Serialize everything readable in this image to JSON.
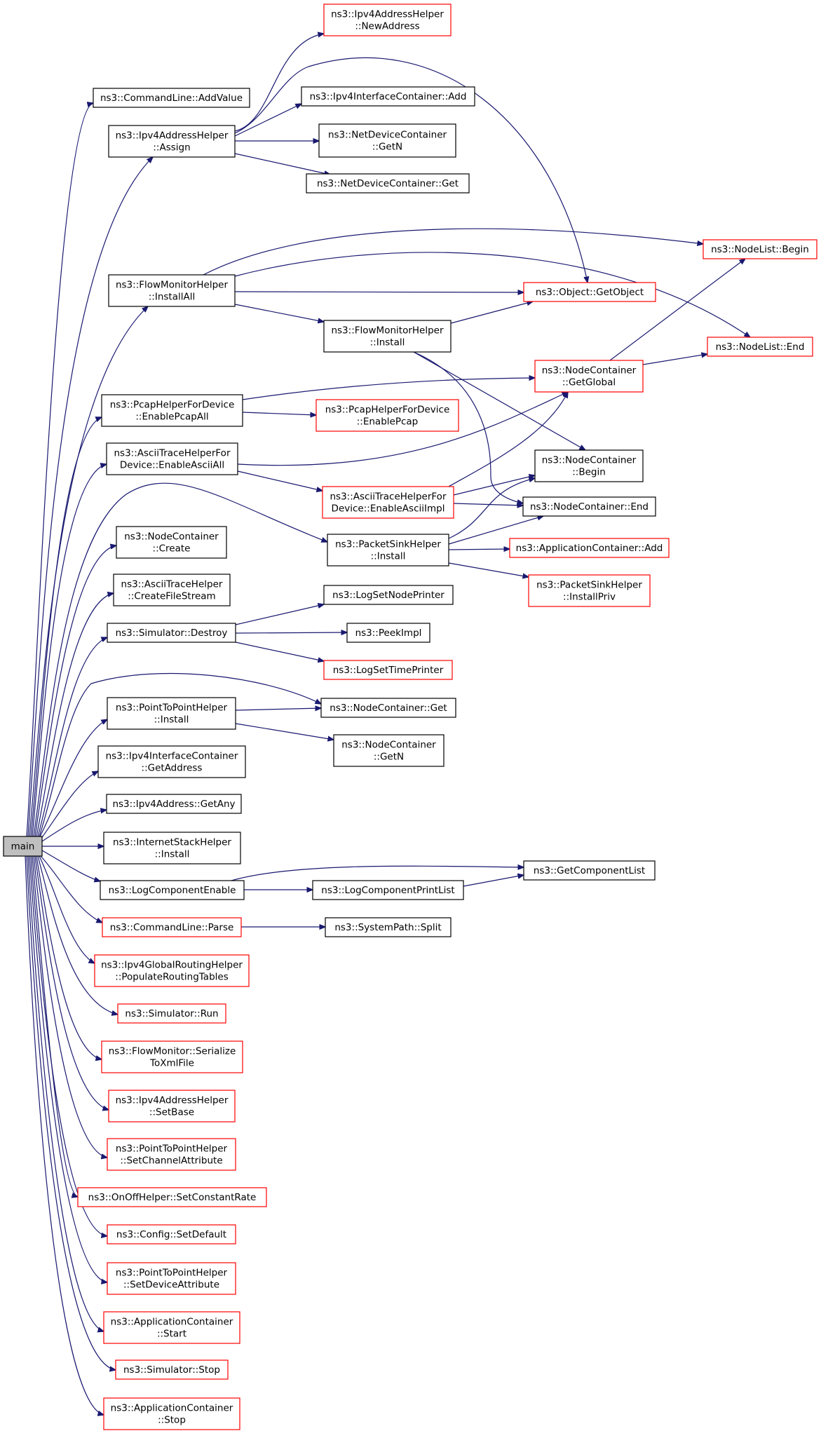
{
  "colors": {
    "edge": "#191970",
    "root_fill": "#bfbfbf",
    "border_documented": "#000000",
    "border_undocumented": "#ff0000"
  },
  "nodes": [
    {
      "id": "main",
      "lines": [
        "main"
      ],
      "style": "root"
    },
    {
      "id": "addvalue",
      "lines": [
        "ns3::CommandLine::AddValue"
      ],
      "style": "black"
    },
    {
      "id": "assign",
      "lines": [
        "ns3::Ipv4AddressHelper",
        "::Assign"
      ],
      "style": "black"
    },
    {
      "id": "newaddress",
      "lines": [
        "ns3::Ipv4AddressHelper",
        "::NewAddress"
      ],
      "style": "red"
    },
    {
      "id": "ifc_add",
      "lines": [
        "ns3::Ipv4InterfaceContainer::Add"
      ],
      "style": "black"
    },
    {
      "id": "ndc_getn",
      "lines": [
        "ns3::NetDeviceContainer",
        "::GetN"
      ],
      "style": "black"
    },
    {
      "id": "ndc_get",
      "lines": [
        "ns3::NetDeviceContainer::Get"
      ],
      "style": "black"
    },
    {
      "id": "fmh_installall",
      "lines": [
        "ns3::FlowMonitorHelper",
        "::InstallAll"
      ],
      "style": "black"
    },
    {
      "id": "nodelist_begin",
      "lines": [
        "ns3::NodeList::Begin"
      ],
      "style": "red"
    },
    {
      "id": "getobject",
      "lines": [
        "ns3::Object::GetObject"
      ],
      "style": "red"
    },
    {
      "id": "fmh_install",
      "lines": [
        "ns3::FlowMonitorHelper",
        "::Install"
      ],
      "style": "black"
    },
    {
      "id": "nodelist_end",
      "lines": [
        "ns3::NodeList::End"
      ],
      "style": "red"
    },
    {
      "id": "nc_getglobal",
      "lines": [
        "ns3::NodeContainer",
        "::GetGlobal"
      ],
      "style": "red"
    },
    {
      "id": "enablepcapall",
      "lines": [
        "ns3::PcapHelperForDevice",
        "::EnablePcapAll"
      ],
      "style": "black"
    },
    {
      "id": "enablepcap",
      "lines": [
        "ns3::PcapHelperForDevice",
        "::EnablePcap"
      ],
      "style": "red"
    },
    {
      "id": "enableasciiall",
      "lines": [
        "ns3::AsciiTraceHelperFor",
        "Device::EnableAsciiAll"
      ],
      "style": "black"
    },
    {
      "id": "nc_begin",
      "lines": [
        "ns3::NodeContainer",
        "::Begin"
      ],
      "style": "black"
    },
    {
      "id": "enableasciiimpl",
      "lines": [
        "ns3::AsciiTraceHelperFor",
        "Device::EnableAsciiImpl"
      ],
      "style": "red"
    },
    {
      "id": "nc_end",
      "lines": [
        "ns3::NodeContainer::End"
      ],
      "style": "black"
    },
    {
      "id": "psh_install",
      "lines": [
        "ns3::PacketSinkHelper",
        "::Install"
      ],
      "style": "black"
    },
    {
      "id": "ac_add",
      "lines": [
        "ns3::ApplicationContainer::Add"
      ],
      "style": "red"
    },
    {
      "id": "nc_create",
      "lines": [
        "ns3::NodeContainer",
        "::Create"
      ],
      "style": "black"
    },
    {
      "id": "psh_installpriv",
      "lines": [
        "ns3::PacketSinkHelper",
        "::InstallPriv"
      ],
      "style": "red"
    },
    {
      "id": "createfilestream",
      "lines": [
        "ns3::AsciiTraceHelper",
        "::CreateFileStream"
      ],
      "style": "black"
    },
    {
      "id": "lognodeprinter",
      "lines": [
        "ns3::LogSetNodePrinter"
      ],
      "style": "black"
    },
    {
      "id": "sim_destroy",
      "lines": [
        "ns3::Simulator::Destroy"
      ],
      "style": "black"
    },
    {
      "id": "peekimpl",
      "lines": [
        "ns3::PeekImpl"
      ],
      "style": "black"
    },
    {
      "id": "logtimeprinter",
      "lines": [
        "ns3::LogSetTimePrinter"
      ],
      "style": "red"
    },
    {
      "id": "p2p_install",
      "lines": [
        "ns3::PointToPointHelper",
        "::Install"
      ],
      "style": "black"
    },
    {
      "id": "nc_get",
      "lines": [
        "ns3::NodeContainer::Get"
      ],
      "style": "black"
    },
    {
      "id": "nc_getn",
      "lines": [
        "ns3::NodeContainer",
        "::GetN"
      ],
      "style": "black"
    },
    {
      "id": "ifc_getaddress",
      "lines": [
        "ns3::Ipv4InterfaceContainer",
        "::GetAddress"
      ],
      "style": "black"
    },
    {
      "id": "ipv4_getany",
      "lines": [
        "ns3::Ipv4Address::GetAny"
      ],
      "style": "black"
    },
    {
      "id": "ish_install",
      "lines": [
        "ns3::InternetStackHelper",
        "::Install"
      ],
      "style": "black"
    },
    {
      "id": "logcomponentenable",
      "lines": [
        "ns3::LogComponentEnable"
      ],
      "style": "black"
    },
    {
      "id": "getcomponentlist",
      "lines": [
        "ns3::GetComponentList"
      ],
      "style": "black"
    },
    {
      "id": "logcomponentprintlist",
      "lines": [
        "ns3::LogComponentPrintList"
      ],
      "style": "black"
    },
    {
      "id": "cl_parse",
      "lines": [
        "ns3::CommandLine::Parse"
      ],
      "style": "red"
    },
    {
      "id": "split",
      "lines": [
        "ns3::SystemPath::Split"
      ],
      "style": "black"
    },
    {
      "id": "populaterouting",
      "lines": [
        "ns3::Ipv4GlobalRoutingHelper",
        "::PopulateRoutingTables"
      ],
      "style": "red"
    },
    {
      "id": "sim_run",
      "lines": [
        "ns3::Simulator::Run"
      ],
      "style": "red"
    },
    {
      "id": "fm_serialize",
      "lines": [
        "ns3::FlowMonitor::Serialize",
        "ToXmlFile"
      ],
      "style": "red"
    },
    {
      "id": "setbase",
      "lines": [
        "ns3::Ipv4AddressHelper",
        "::SetBase"
      ],
      "style": "red"
    },
    {
      "id": "setchannelattr",
      "lines": [
        "ns3::PointToPointHelper",
        "::SetChannelAttribute"
      ],
      "style": "red"
    },
    {
      "id": "setconstantrate",
      "lines": [
        "ns3::OnOffHelper::SetConstantRate"
      ],
      "style": "red"
    },
    {
      "id": "config_setdefault",
      "lines": [
        "ns3::Config::SetDefault"
      ],
      "style": "red"
    },
    {
      "id": "setdeviceattr",
      "lines": [
        "ns3::PointToPointHelper",
        "::SetDeviceAttribute"
      ],
      "style": "red"
    },
    {
      "id": "ac_start",
      "lines": [
        "ns3::ApplicationContainer",
        "::Start"
      ],
      "style": "red"
    },
    {
      "id": "sim_stop",
      "lines": [
        "ns3::Simulator::Stop"
      ],
      "style": "red"
    },
    {
      "id": "ac_stop",
      "lines": [
        "ns3::ApplicationContainer",
        "::Stop"
      ],
      "style": "red"
    }
  ],
  "edges": [
    {
      "from": "main",
      "to": "addvalue"
    },
    {
      "from": "main",
      "to": "assign"
    },
    {
      "from": "main",
      "to": "fmh_installall"
    },
    {
      "from": "main",
      "to": "enablepcapall"
    },
    {
      "from": "main",
      "to": "enableasciiall"
    },
    {
      "from": "main",
      "to": "psh_install"
    },
    {
      "from": "main",
      "to": "nc_create"
    },
    {
      "from": "main",
      "to": "createfilestream"
    },
    {
      "from": "main",
      "to": "sim_destroy"
    },
    {
      "from": "main",
      "to": "nc_get"
    },
    {
      "from": "main",
      "to": "p2p_install"
    },
    {
      "from": "main",
      "to": "ifc_getaddress"
    },
    {
      "from": "main",
      "to": "ipv4_getany"
    },
    {
      "from": "main",
      "to": "ish_install"
    },
    {
      "from": "main",
      "to": "logcomponentenable"
    },
    {
      "from": "main",
      "to": "cl_parse"
    },
    {
      "from": "main",
      "to": "populaterouting"
    },
    {
      "from": "main",
      "to": "sim_run"
    },
    {
      "from": "main",
      "to": "fm_serialize"
    },
    {
      "from": "main",
      "to": "setbase"
    },
    {
      "from": "main",
      "to": "setchannelattr"
    },
    {
      "from": "main",
      "to": "setconstantrate"
    },
    {
      "from": "main",
      "to": "config_setdefault"
    },
    {
      "from": "main",
      "to": "setdeviceattr"
    },
    {
      "from": "main",
      "to": "ac_start"
    },
    {
      "from": "main",
      "to": "sim_stop"
    },
    {
      "from": "main",
      "to": "ac_stop"
    },
    {
      "from": "assign",
      "to": "newaddress"
    },
    {
      "from": "assign",
      "to": "getobject"
    },
    {
      "from": "assign",
      "to": "ifc_add"
    },
    {
      "from": "assign",
      "to": "ndc_getn"
    },
    {
      "from": "assign",
      "to": "ndc_get"
    },
    {
      "from": "fmh_installall",
      "to": "nodelist_begin"
    },
    {
      "from": "fmh_installall",
      "to": "nodelist_end"
    },
    {
      "from": "fmh_installall",
      "to": "getobject"
    },
    {
      "from": "fmh_installall",
      "to": "fmh_install"
    },
    {
      "from": "fmh_install",
      "to": "getobject"
    },
    {
      "from": "fmh_install",
      "to": "nc_begin"
    },
    {
      "from": "fmh_install",
      "to": "nc_end"
    },
    {
      "from": "nc_getglobal",
      "to": "nodelist_begin"
    },
    {
      "from": "nc_getglobal",
      "to": "nodelist_end"
    },
    {
      "from": "enablepcapall",
      "to": "nc_getglobal"
    },
    {
      "from": "enablepcapall",
      "to": "enablepcap"
    },
    {
      "from": "enableasciiall",
      "to": "nc_getglobal"
    },
    {
      "from": "enableasciiall",
      "to": "enableasciiimpl"
    },
    {
      "from": "enableasciiimpl",
      "to": "nc_getglobal"
    },
    {
      "from": "enableasciiimpl",
      "to": "nc_begin"
    },
    {
      "from": "enableasciiimpl",
      "to": "nc_end"
    },
    {
      "from": "psh_install",
      "to": "nc_begin"
    },
    {
      "from": "psh_install",
      "to": "nc_end"
    },
    {
      "from": "psh_install",
      "to": "ac_add"
    },
    {
      "from": "psh_install",
      "to": "psh_installpriv"
    },
    {
      "from": "sim_destroy",
      "to": "lognodeprinter"
    },
    {
      "from": "sim_destroy",
      "to": "peekimpl"
    },
    {
      "from": "sim_destroy",
      "to": "logtimeprinter"
    },
    {
      "from": "p2p_install",
      "to": "nc_get"
    },
    {
      "from": "p2p_install",
      "to": "nc_getn"
    },
    {
      "from": "logcomponentenable",
      "to": "getcomponentlist"
    },
    {
      "from": "logcomponentenable",
      "to": "logcomponentprintlist"
    },
    {
      "from": "logcomponentprintlist",
      "to": "getcomponentlist"
    },
    {
      "from": "cl_parse",
      "to": "split"
    }
  ]
}
